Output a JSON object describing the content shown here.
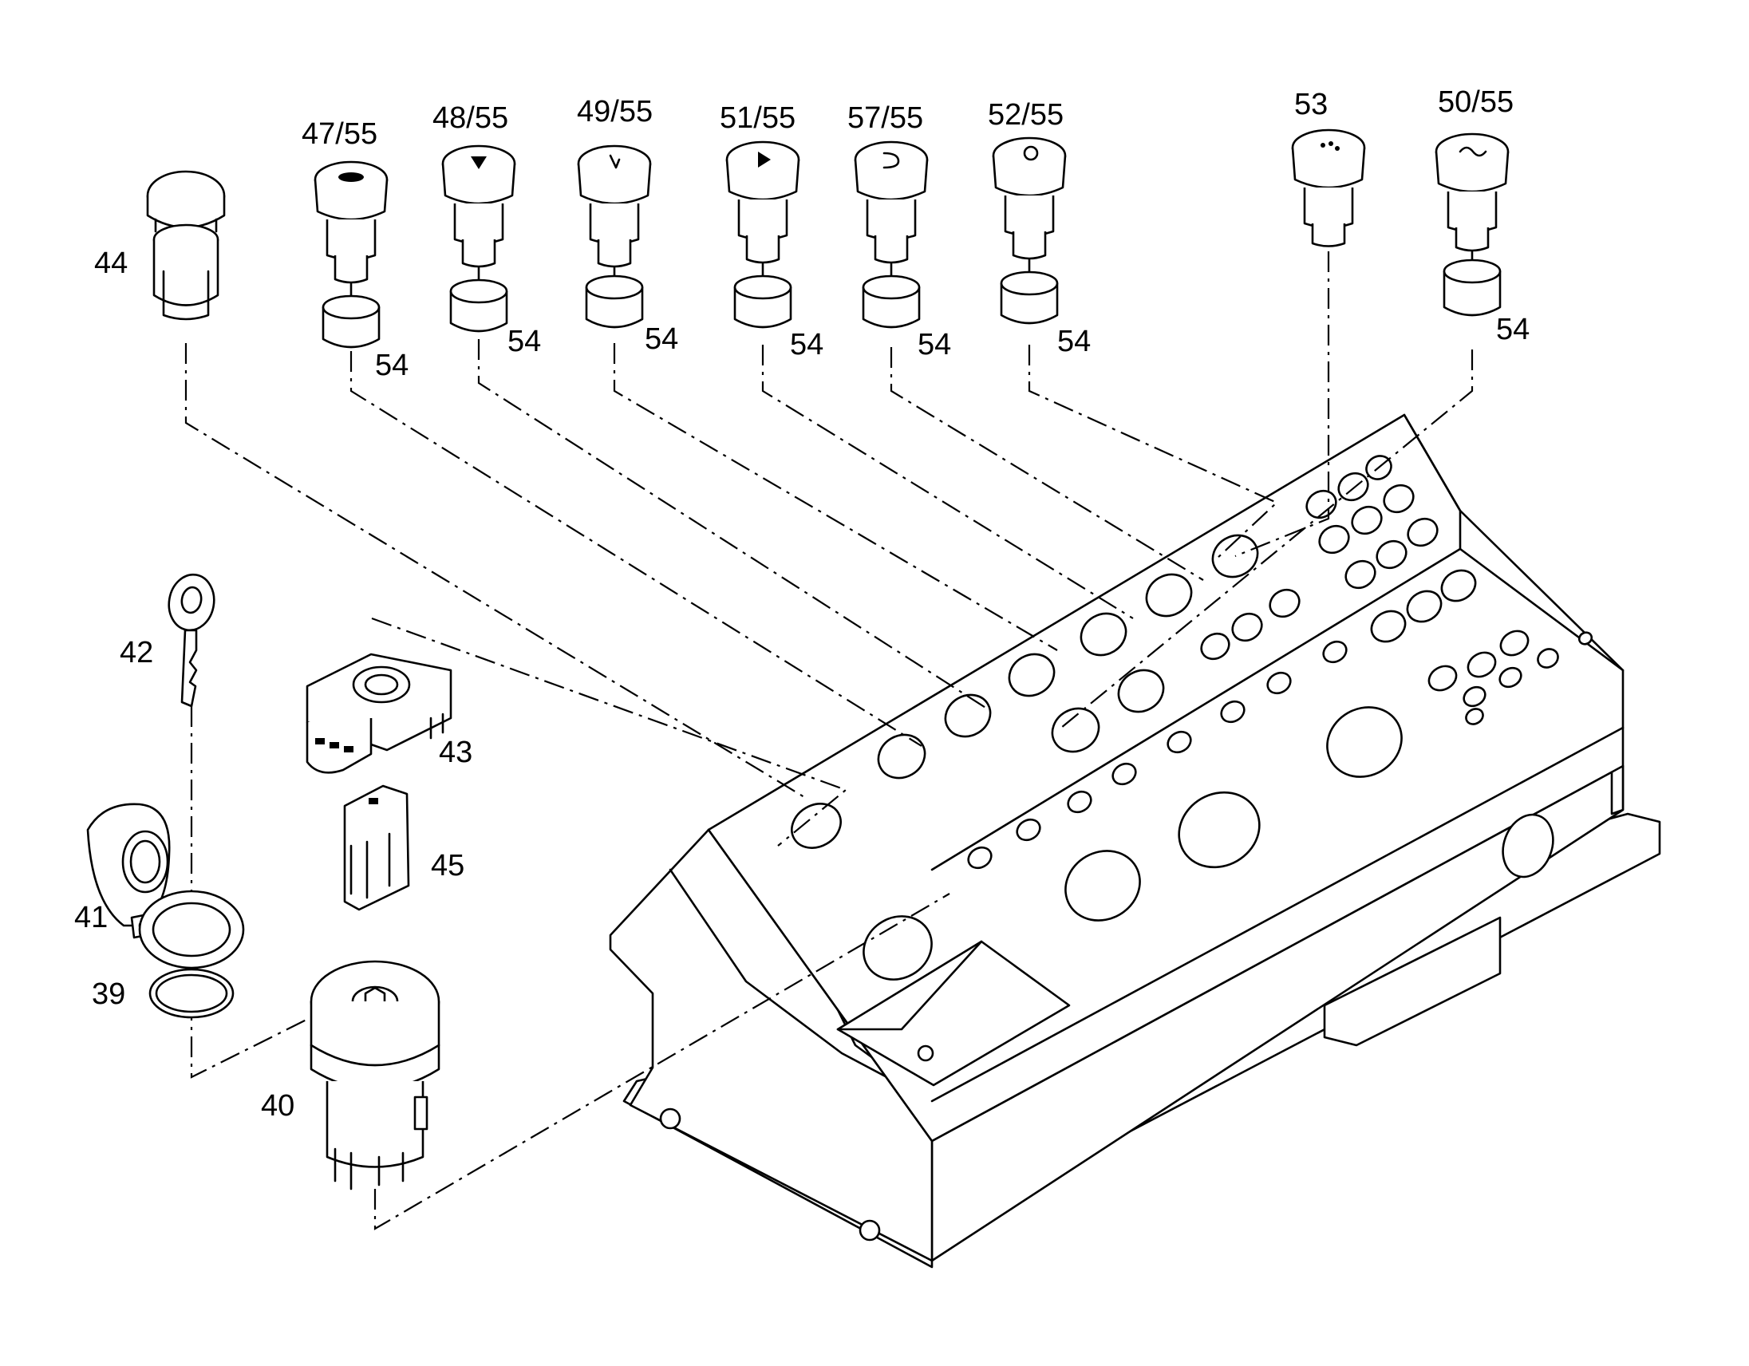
{
  "diagram": {
    "callouts": {
      "c39": "39",
      "c40": "40",
      "c41": "41",
      "c42": "42",
      "c43": "43",
      "c44": "44",
      "c45": "45",
      "c53": "53",
      "c47": "47/55",
      "c48": "48/55",
      "c49": "49/55",
      "c51": "51/55",
      "c57": "57/55",
      "c52": "52/55",
      "c50": "50/55",
      "c54": "54"
    }
  }
}
